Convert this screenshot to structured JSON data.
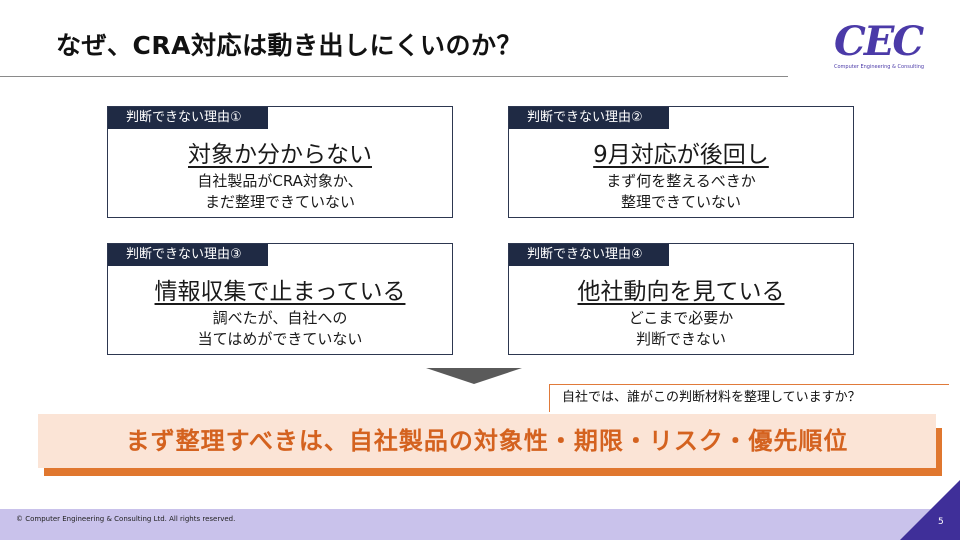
{
  "slide": {
    "title": "なぜ、CRA対応は動き出しにくいのか？",
    "logo": {
      "mark": "CEC",
      "sub": "Computer Engineering & Consulting"
    },
    "cards": [
      {
        "tag": "判断できない理由①",
        "heading": "対象か分からない",
        "body": [
          "自社製品がCRA対象か、",
          "まだ整理できていない"
        ]
      },
      {
        "tag": "判断できない理由②",
        "heading": "9月対応が後回し",
        "body": [
          "まず何を整えるべきか",
          "整理できていない"
        ]
      },
      {
        "tag": "判断できない理由③",
        "heading": "情報収集で止まっている",
        "body": [
          "調べたが、自社への",
          "当てはめができていない"
        ]
      },
      {
        "tag": "判断できない理由④",
        "heading": "他社動向を見ている",
        "body": [
          "どこまで必要か",
          "判断できない"
        ]
      }
    ],
    "callout": "自社では、誰がこの判断材料を整理していますか？",
    "banner": "まず整理すべきは、自社製品の対象性・期限・リスク・優先順位",
    "footer": {
      "copyright": "© Computer Engineering & Consulting Ltd. All rights reserved.",
      "page": "5"
    },
    "colors": {
      "navy": "#1f2a44",
      "accent_orange": "#e0772f",
      "banner_bg": "#fbe4d6",
      "brand_purple": "#4b3aa8",
      "footer_lavender": "#c9c2eb"
    }
  }
}
